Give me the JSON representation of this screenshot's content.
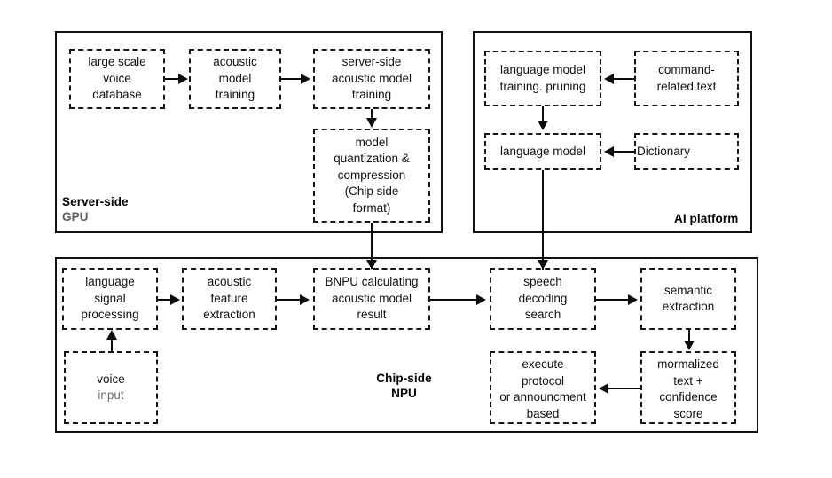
{
  "diagram": {
    "title": "speech recognition pipeline block diagram",
    "colors": {
      "stroke": "#111111",
      "text": "#111111",
      "muted_text": "#6b6b6b",
      "background": "#ffffff"
    }
  },
  "panels": [
    {
      "id": "server",
      "label_line1": "Server-side",
      "label_line2": "GPU"
    },
    {
      "id": "ai",
      "label": "AI platform"
    },
    {
      "id": "chip",
      "label_line1": "Chip-side",
      "label_line2": "NPU"
    }
  ],
  "nodes": {
    "large_scale_voice_database": "large scale\nvoice\ndatabase",
    "acoustic_model_training": "acoustic\nmodel\ntraining",
    "server_side_acoustic_model_training": "server-side\nacoustic model\ntraining",
    "model_quantization_compression": "model\nquantization &\ncompression\n(Chip side\nformat)",
    "language_model_training_pruning": "language model\ntraining. pruning",
    "command_related_text": "command-\nrelated text",
    "language_model": "language model",
    "dictionary": "Dictionary",
    "language_signal_processing": "language\nsignal\nprocessing",
    "voice_input_line1": "voice",
    "voice_input_line2": "input",
    "acoustic_feature_extraction": "acoustic\nfeature\nextraction",
    "bnpu_calculating_acoustic_model_result": "BNPU calculating\nacoustic model\nresult",
    "speech_decoding_search": "speech\ndecoding\nsearch",
    "semantic_extraction": "semantic\nextraction",
    "normalized_text_confidence_score": "mormalized\ntext +\nconfidence\nscore",
    "execute_protocol_or_announcement_based": "execute\nprotocol\nor announcment\nbased"
  }
}
